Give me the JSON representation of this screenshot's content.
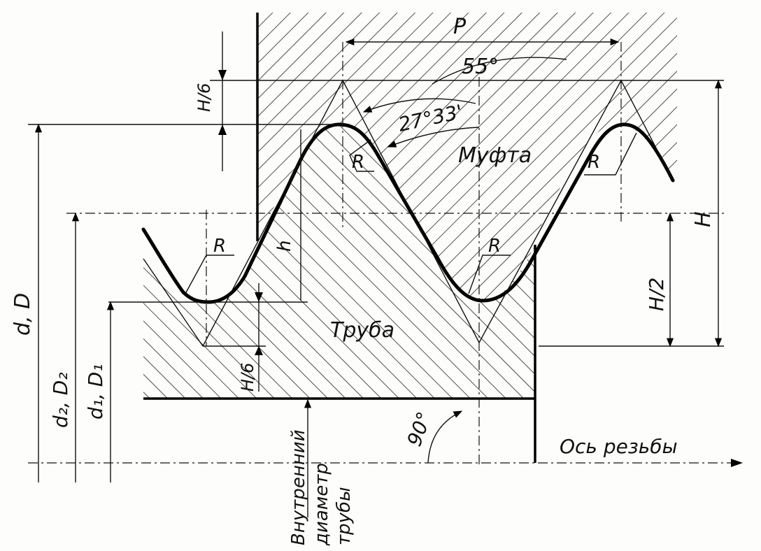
{
  "labels": {
    "pitch": "P",
    "angle_total": "55°",
    "angle_half": "27°33'",
    "coupling": "Муфта",
    "pipe": "Труба",
    "radius_1": "R",
    "radius_2": "R",
    "radius_3": "R",
    "radius_4": "R",
    "h_sixth_top": "H/6",
    "h_sixth_bottom": "H/6",
    "h_half": "H/2",
    "h_full": "H",
    "h_small": "h",
    "d_major": "d, D",
    "d_pitch": "d₂, D₂",
    "d_minor": "d₁, D₁",
    "angle_right": "90°",
    "axis": "Ось резьбы",
    "inner_diameter_line1": "Внутренний",
    "inner_diameter_line2": "диаметр",
    "inner_diameter_line3": "трубы"
  },
  "colors": {
    "ink": "#000000",
    "paper": "#fdfdfb"
  }
}
